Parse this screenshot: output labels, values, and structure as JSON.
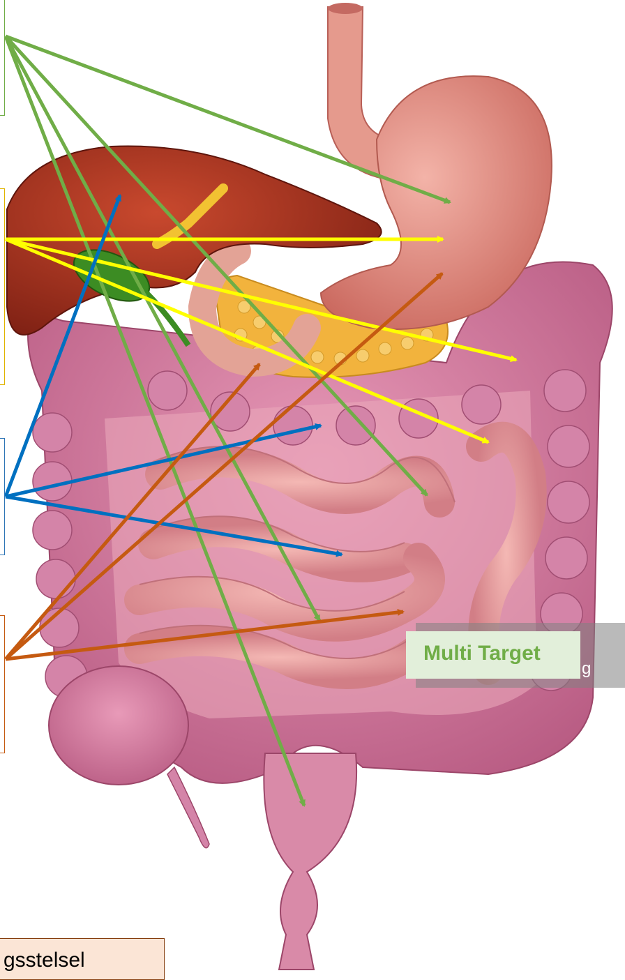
{
  "labels": {
    "multi_target": "Multi Target",
    "bottom_caption": "gsstelsel",
    "strip_fragment": "g"
  },
  "colors": {
    "green": "#70ad47",
    "yellow": "#ffff00",
    "blue": "#0070c0",
    "orange": "#c55a11",
    "liver": "#a8321e",
    "gallbladder": "#3c8c23",
    "stomach": "#e58f80",
    "pancreas": "#f2b33d",
    "colon": "#d97ca1",
    "small_intestine": "#f0a6a6",
    "rectum": "#d98aa8"
  },
  "arrow_groups": [
    {
      "name": "green",
      "origin_label": "",
      "targets": [
        "stomach",
        "small-intestine",
        "small-intestine-lower",
        "rectum"
      ]
    },
    {
      "name": "yellow",
      "origin_label": "",
      "targets": [
        "stomach",
        "colon-right",
        "colon-lower"
      ]
    },
    {
      "name": "blue",
      "origin_label": "",
      "targets": [
        "liver",
        "colon-transverse",
        "small-intestine"
      ]
    },
    {
      "name": "orange",
      "origin_label": "",
      "targets": [
        "stomach",
        "pancreas",
        "small-intestine"
      ]
    }
  ]
}
